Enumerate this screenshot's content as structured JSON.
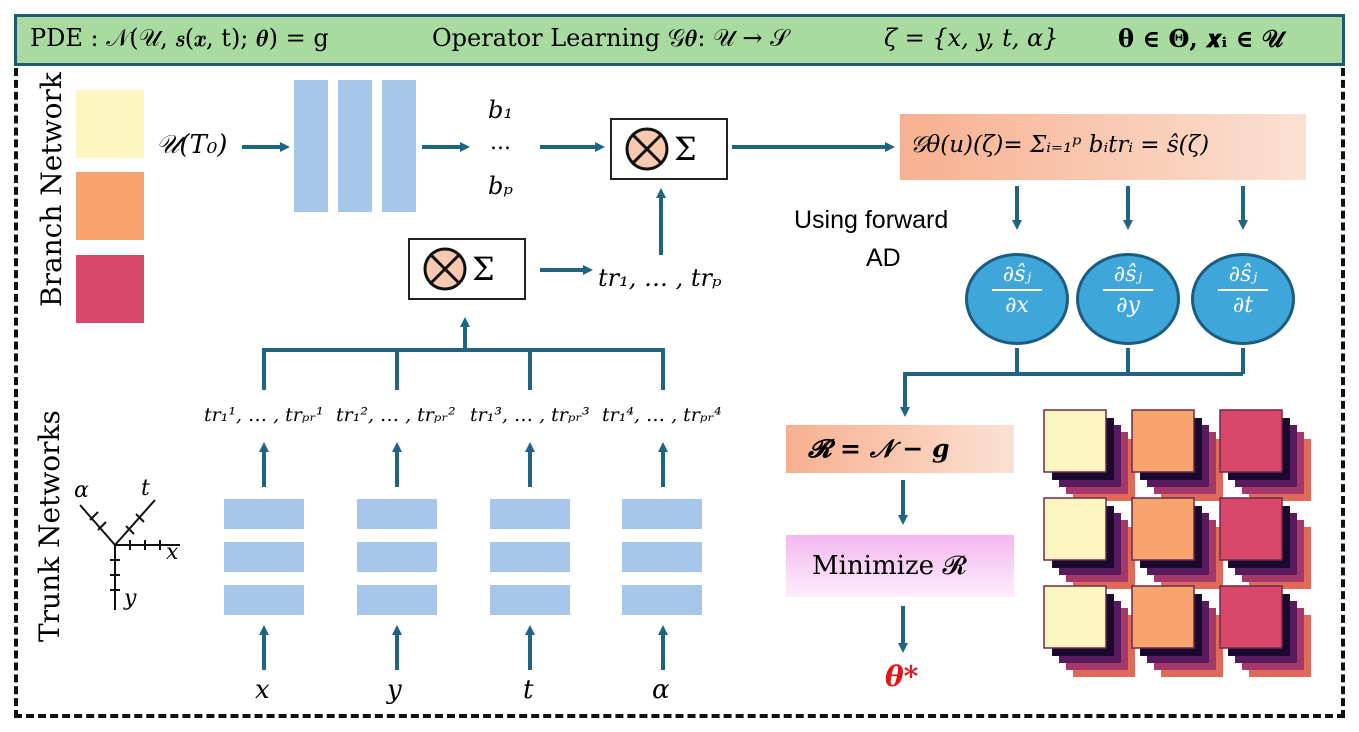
{
  "header": {
    "pde": "PDE : 𝒩(𝒰, 𝒔(𝒙, t); 𝜽) = g",
    "operator": "Operator Learning 𝒢𝜽: 𝒰 → 𝒮",
    "zeta": "ζ = {x, y, t, α}",
    "sets": "𝛉 ∈ 𝚯,   𝒙ᵢ ∈ 𝒰"
  },
  "labels": {
    "branch": "Branch Network",
    "trunk": "Trunk Networks",
    "input": "𝒰(T₀)",
    "b1": "b₁",
    "dots": "...",
    "bp": "bₚ",
    "trsum": "tr₁, … , trₚ",
    "output": "𝒢θ(u)(ζ)= Σᵢ₌₁ᵖ bᵢtrᵢ = ŝ(ζ)",
    "ad1": "Using forward",
    "ad2": "AD",
    "residual": "𝓡 = 𝒩  − 𝒈",
    "minimize": "Minimize 𝓡",
    "theta": "θ*",
    "sum_symbol": "Σ"
  },
  "derivatives": [
    {
      "num": "∂ŝⱼ",
      "den": "∂x"
    },
    {
      "num": "∂ŝⱼ",
      "den": "∂y"
    },
    {
      "num": "∂ŝⱼ",
      "den": "∂t"
    }
  ],
  "trunks": [
    {
      "output": "tr₁¹, … , trₚᵣ¹",
      "input": "x"
    },
    {
      "output": "tr₁², … , trₚᵣ²",
      "input": "y"
    },
    {
      "output": "tr₁³, … , trₚᵣ³",
      "input": "t"
    },
    {
      "output": "tr₁⁴, … , trₚᵣ⁴",
      "input": "α"
    }
  ],
  "axes": {
    "x": "x",
    "y": "y",
    "t": "t",
    "alpha": "α"
  },
  "colors": {
    "header_bg": "#a9dba0",
    "arrow": "#1f6482",
    "block": "#a7c7ea",
    "swatch1": "#fbf6c0",
    "swatch2": "#f7a36e",
    "swatch3": "#d9476a",
    "circle": "#3ea6d9",
    "theta": "#e0161b"
  }
}
